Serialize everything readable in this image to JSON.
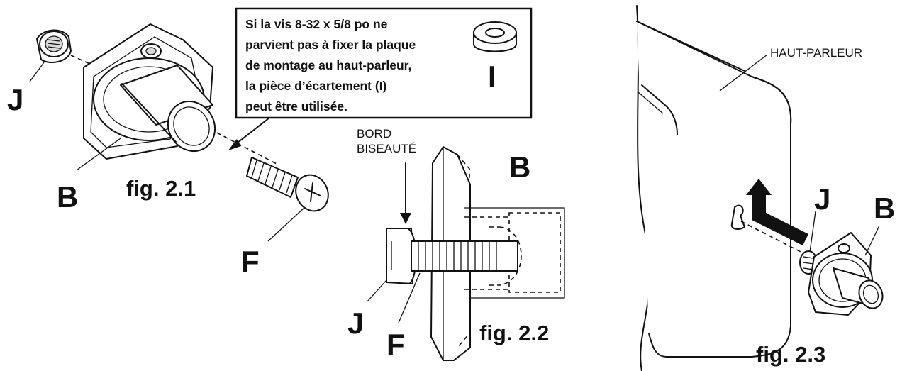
{
  "note": {
    "lines": [
      "Si la vis 8-32 x 5/8 po ne",
      "parvient pas à fixer la plaque",
      "de montage au haut-parleur,",
      "la pièce d’écartement (I)",
      "peut être utilisée."
    ],
    "spacer_letter": "I"
  },
  "fig21": {
    "caption": "fig. 2.1",
    "label_j": "J",
    "label_b": "B",
    "label_f": "F"
  },
  "fig22": {
    "caption": "fig. 2.2",
    "edge_label_line1": "BORD",
    "edge_label_line2": "BISEAUTÉ",
    "label_b": "B",
    "label_j": "J",
    "label_f": "F"
  },
  "fig23": {
    "caption": "fig. 2.3",
    "speaker_label": "HAUT-PARLEUR",
    "label_j": "J",
    "label_b": "B"
  }
}
